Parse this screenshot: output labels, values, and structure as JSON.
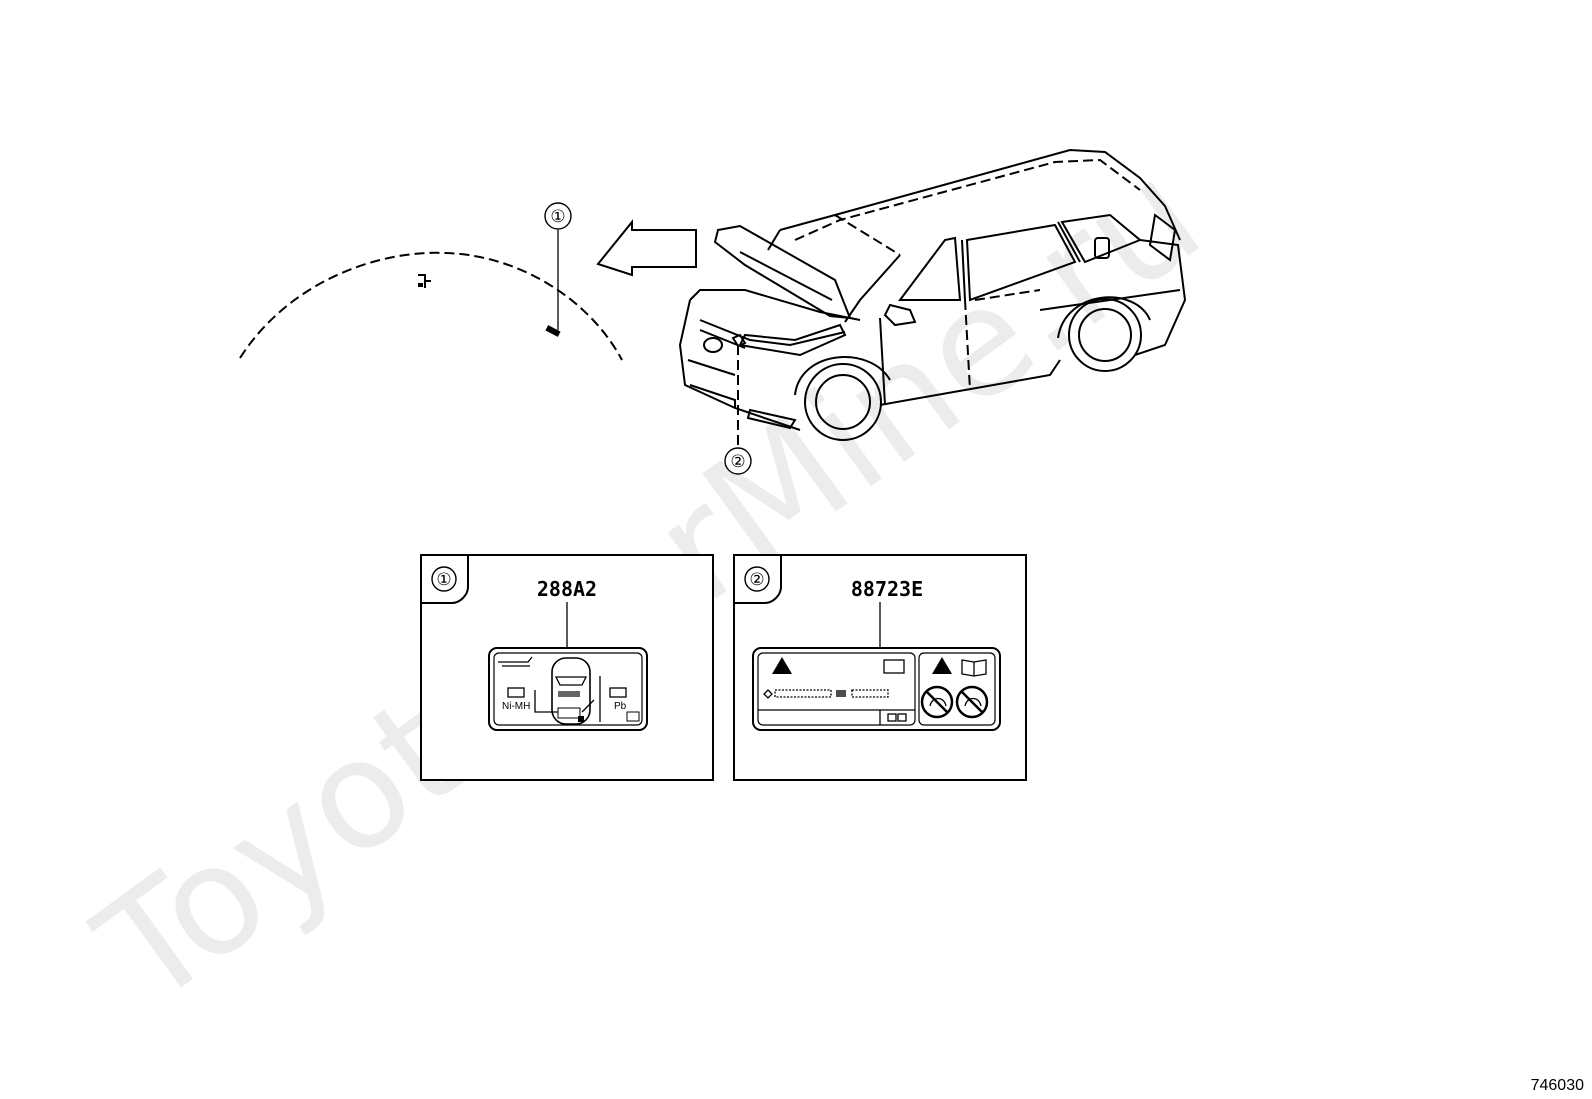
{
  "watermark": "ToyotaCarMine.ru",
  "callouts": {
    "one": "①",
    "two": "②"
  },
  "panels": {
    "left": {
      "number": "①",
      "part_code": "288A2",
      "label_texts": {
        "nimh": "Ni-MH",
        "pb": "Pb"
      }
    },
    "right": {
      "number": "②",
      "part_code": "88723E"
    }
  },
  "figure_id": "746030"
}
